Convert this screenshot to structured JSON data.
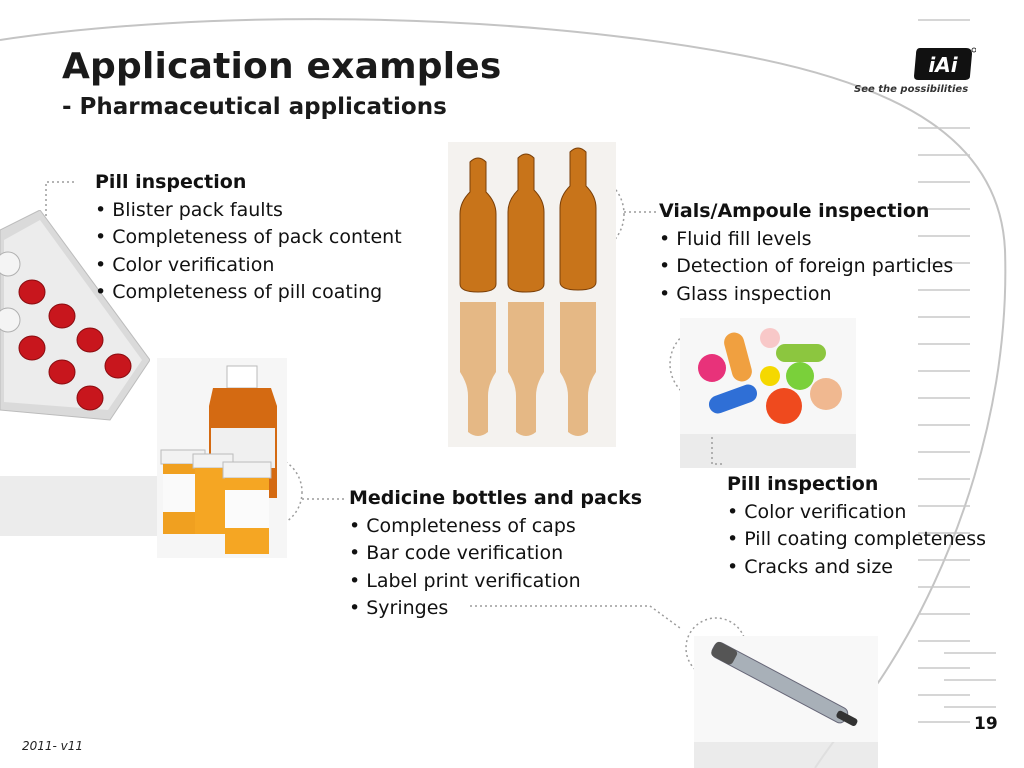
{
  "slide": {
    "title": "Application examples",
    "subtitle": "- Pharmaceutical applications",
    "page_number": "19",
    "version": "2011- v11"
  },
  "brand": {
    "tagline": "See the possibilities",
    "logo_icon": "jai-logo-icon"
  },
  "sections": {
    "pill_inspection": {
      "heading": "Pill inspection",
      "items": [
        "Blister pack faults",
        "Completeness of pack content",
        "Color verification",
        "Completeness of pill coating"
      ]
    },
    "vials": {
      "heading": "Vials/Ampoule inspection",
      "items": [
        "Fluid fill levels",
        "Detection of foreign particles",
        "Glass inspection"
      ]
    },
    "medicine": {
      "heading": "Medicine bottles and packs",
      "items": [
        "Completeness of caps",
        "Bar code verification",
        "Label print verification",
        "Syringes"
      ]
    },
    "pill_inspection_2": {
      "heading": "Pill inspection",
      "items": [
        "Color verification",
        "Pill coating completeness",
        "Cracks and size"
      ]
    }
  },
  "images": [
    "blister-pack-photo",
    "ampoules-photo",
    "medicine-bottles-photo",
    "colorful-pills-photo",
    "syringe-pen-photo"
  ],
  "colors": {
    "ampoule": "#c8741a",
    "pill_red": "#c8161d",
    "decor_line": "#bdbdbd"
  }
}
